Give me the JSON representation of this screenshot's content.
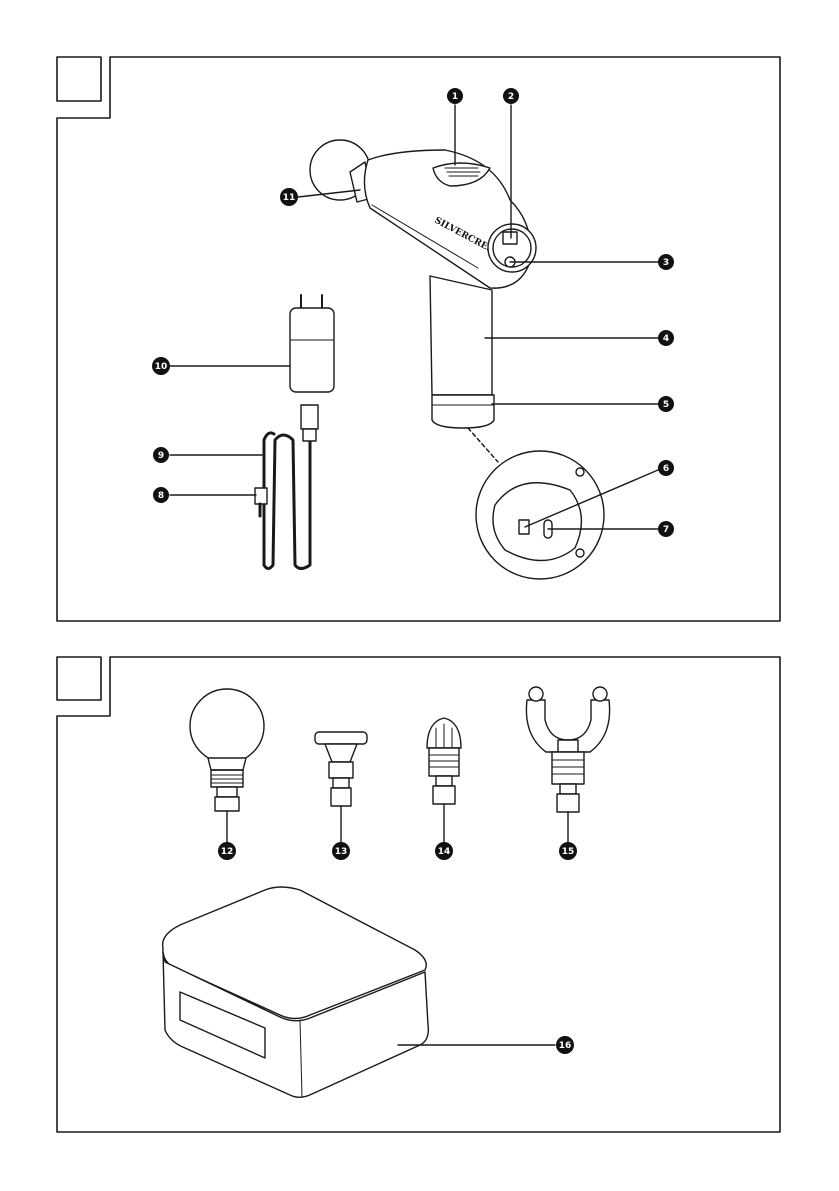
{
  "brand": "SILVERCREST",
  "panel_1": {
    "callouts": [
      {
        "label": "1"
      },
      {
        "label": "2"
      },
      {
        "label": "3"
      },
      {
        "label": "4"
      },
      {
        "label": "5"
      },
      {
        "label": "6"
      },
      {
        "label": "7"
      },
      {
        "label": "8"
      },
      {
        "label": "9"
      },
      {
        "label": "10"
      },
      {
        "label": "11"
      }
    ]
  },
  "panel_2": {
    "callouts": [
      {
        "label": "12"
      },
      {
        "label": "13"
      },
      {
        "label": "14"
      },
      {
        "label": "15"
      },
      {
        "label": "16"
      }
    ]
  },
  "colors": {
    "line": "#1a1a1a",
    "fill": "#ffffff",
    "badge": "#111111"
  }
}
